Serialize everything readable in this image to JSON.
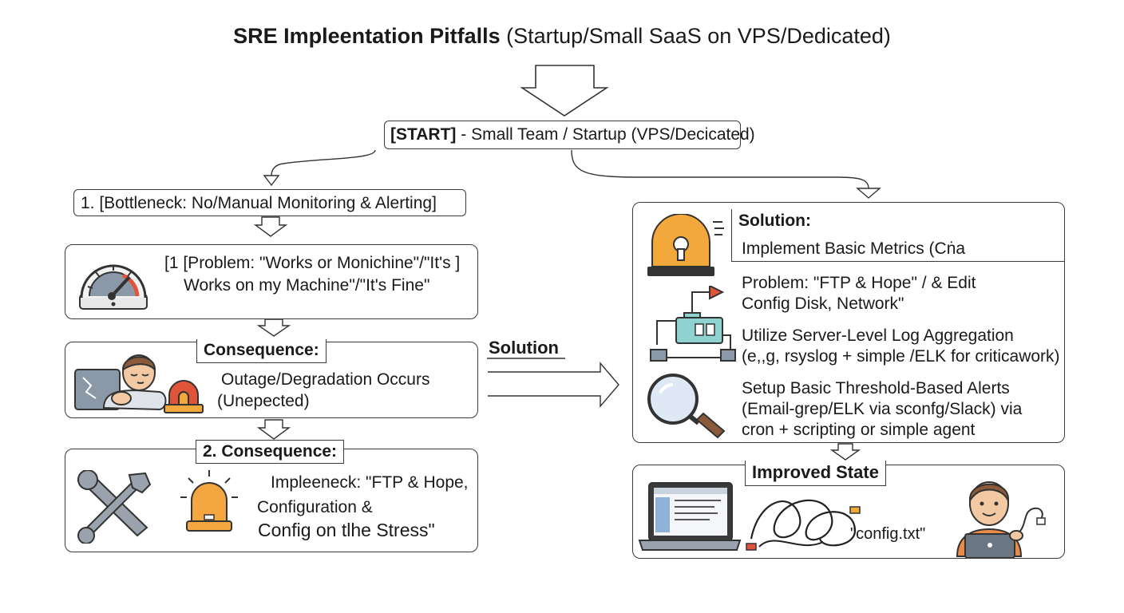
{
  "title": {
    "bold": "SRE Impleentation Pitfalls",
    "rest": "(Startup/Small SaaS on VPS/Dedicated)"
  },
  "start": {
    "label": "[START]",
    "text": "- Small Team / Startup (VPS/Decicated)"
  },
  "left": {
    "bottleneck": "1. [Bottleneck: No/Manual Monitoring & Alerting]",
    "problem_line1": "[1 [Problem: \"Works or Monichine\"/\"It's ]",
    "problem_line2": "Works on my Machine\"/\"It's Fine\"",
    "consequence_heading": "Consequence:",
    "consequence_line1": "Outage/Degradation Occurs",
    "consequence_line2": "(Unepected)",
    "consequence2_heading": "2. Consequence:",
    "consequence2_line1": "Impleeneck: \"FTP & Hope,",
    "consequence2_line2": "Configuration &",
    "consequence2_line3": "Config on tlhe Stress\""
  },
  "middle": {
    "solution_label": "Solution"
  },
  "right": {
    "solution_heading": "Solution:",
    "item1": "Implement Basic Metrics (Cṅa",
    "item2_line1": "Problem: \"FTP & Hope\" / & Edit",
    "item2_line2": "Config Disk, Network\"",
    "item3_line1": "Utilize Server-Level Log Aggregation",
    "item3_line2": "(e,,g, rsyslog + simple /ELK for criticawork)",
    "item4_line1": "Setup Basic Threshold-Based Alerts",
    "item4_line2": "(Email-grep/ELK via sconfg/Slack) via",
    "item4_line3": "cron + scripting or simple agent",
    "improved_heading": "Improved State",
    "config_label": "\"config.txt\""
  },
  "icons": {
    "gauge": "speedometer-gauge-icon",
    "sleeping_person": "sleeping-person-icon",
    "siren": "alarm-siren-icon",
    "tools": "wrench-tools-icon",
    "bell": "alarm-bell-icon",
    "server_diagram": "server-network-icon",
    "magnifier": "magnifying-glass-icon",
    "laptop": "laptop-icon",
    "cables": "tangled-cables-icon",
    "developer": "developer-person-icon"
  },
  "colors": {
    "siren": "#f2a83a",
    "bell": "#f4a640",
    "red_accent": "#e0553a",
    "teal": "#8fd3d0",
    "skin": "#f3c9a4",
    "hair": "#8a5a3a",
    "shirt": "#e88a4a"
  }
}
